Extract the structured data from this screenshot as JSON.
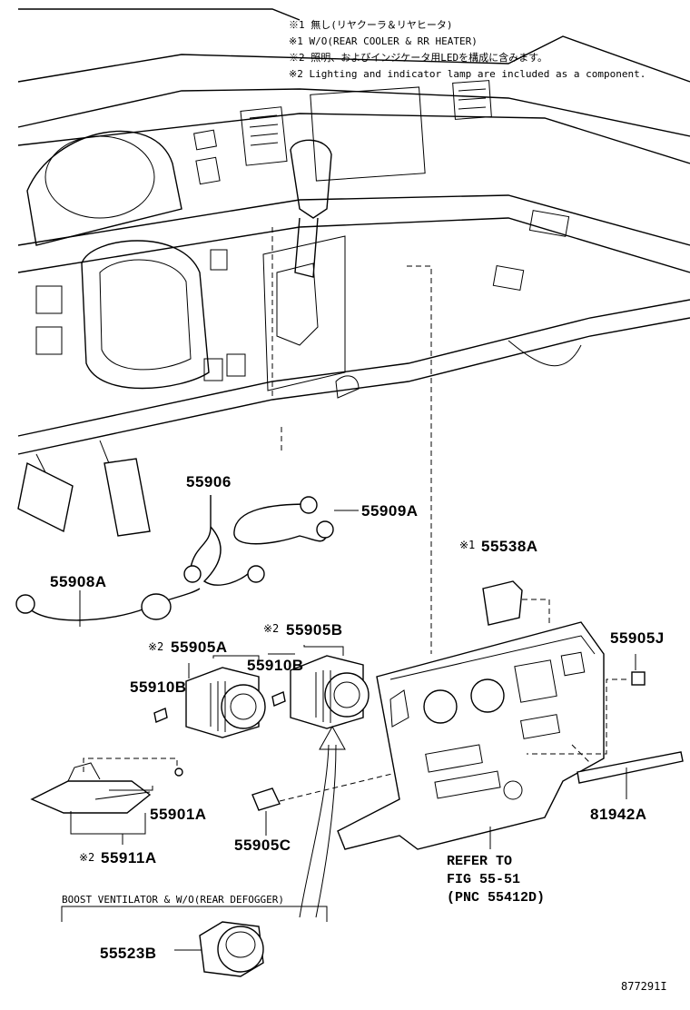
{
  "notes": [
    "※1 無し(リヤクーラ＆リヤヒータ)",
    "※1 W/O(REAR COOLER & RR HEATER)",
    "※2 照明、およびインジケータ用LEDを構成に含みます。",
    "※2 Lighting and indicator lamp are included as a component."
  ],
  "parts": {
    "p55906": "55906",
    "p55909A": "55909A",
    "p55908A": "55908A",
    "p55538A": "55538A",
    "p55538A_mark": "※1",
    "p55905B": "55905B",
    "p55905B_mark": "※2",
    "p55905A": "55905A",
    "p55905A_mark": "※2",
    "p55905J": "55905J",
    "p55910B_left": "55910B",
    "p55910B_right": "55910B",
    "p55901A": "55901A",
    "p55911A": "55911A",
    "p55911A_mark": "※2",
    "p81942A": "81942A",
    "p55905C": "55905C",
    "p55523B": "55523B"
  },
  "reference": {
    "line1": "REFER TO",
    "line2": "FIG 55-51",
    "line3": "(PNC 55412D)"
  },
  "condition_label": "BOOST VENTILATOR & W/O(REAR DEFOGGER)",
  "diagram_code": "877291I"
}
